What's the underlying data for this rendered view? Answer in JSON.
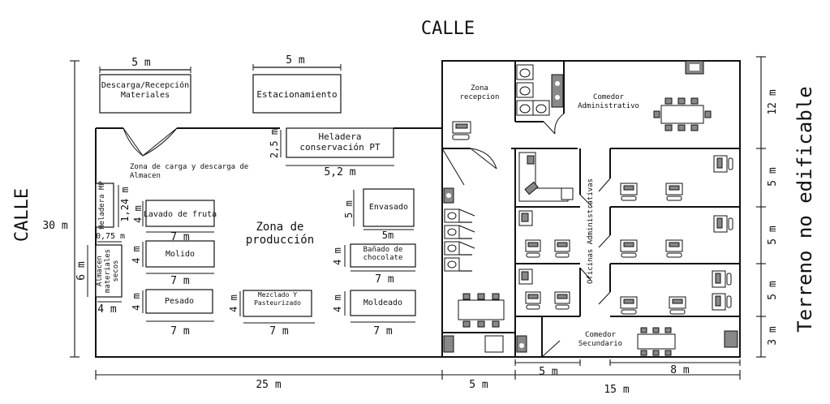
{
  "street_top": "CALLE",
  "street_left": "CALLE",
  "non_buildable": "Terreno no edificable",
  "areas": {
    "unloading": "Descarga/Recepción Materiales",
    "parking": "Estacionamiento",
    "cold_storage": "Heladera conservación PT",
    "loading_zone": "Zona de carga y descarga de Almacen",
    "raw_cold": "Heladera MP",
    "dry_storage": "Almacen materiales secos",
    "production_zone": "Zona de producción",
    "wash_fruit": "Lavado de fruta",
    "grinding": "Molido",
    "weighing": "Pesado",
    "mixing": "Mezclado Y Pasteurizado",
    "packaging": "Envasado",
    "chocolate": "Bañado de chocolate",
    "molding": "Moldeado",
    "reception": "Zona recepcion",
    "admin_dining": "Comedor Administrativo",
    "admin_offices": "Oficinas Administrativas",
    "secondary_dining": "Comedor Secundario"
  },
  "dims": {
    "unloading_w": "5 m",
    "parking_w": "5 m",
    "cold_h": "2,5 m",
    "cold_w": "5,2 m",
    "raw_cold_h": "1,24 m",
    "raw_cold_w": "0,75 m",
    "dry_h": "6 m",
    "dry_w": "4 m",
    "wash_h": "4 m",
    "wash_w": "7 m",
    "grind_h": "4 m",
    "grind_w": "7 m",
    "weigh_h": "4 m",
    "weigh_w": "7 m",
    "mix_h": "4 m",
    "mix_w": "7 m",
    "pack_h": "5 m",
    "pack_w": "5m",
    "choc_h": "4 m",
    "choc_w": "7 m",
    "mold_h": "4 m",
    "mold_w": "7 m",
    "total_height": "30 m",
    "bottom_a": "25 m",
    "bottom_b": "5 m",
    "bottom_c": "5 m",
    "bottom_d": "8 m",
    "bottom_e": "15 m",
    "right_a": "12 m",
    "right_b": "5 m",
    "right_c": "5 m",
    "right_d": "5 m",
    "right_e": "3 m"
  },
  "colors": {
    "line": "#111111",
    "fixture": "#888888"
  },
  "icons": [
    "toilet-icon",
    "sink-icon",
    "desk-workstation-icon",
    "dining-table-icon",
    "door-swing-icon"
  ]
}
